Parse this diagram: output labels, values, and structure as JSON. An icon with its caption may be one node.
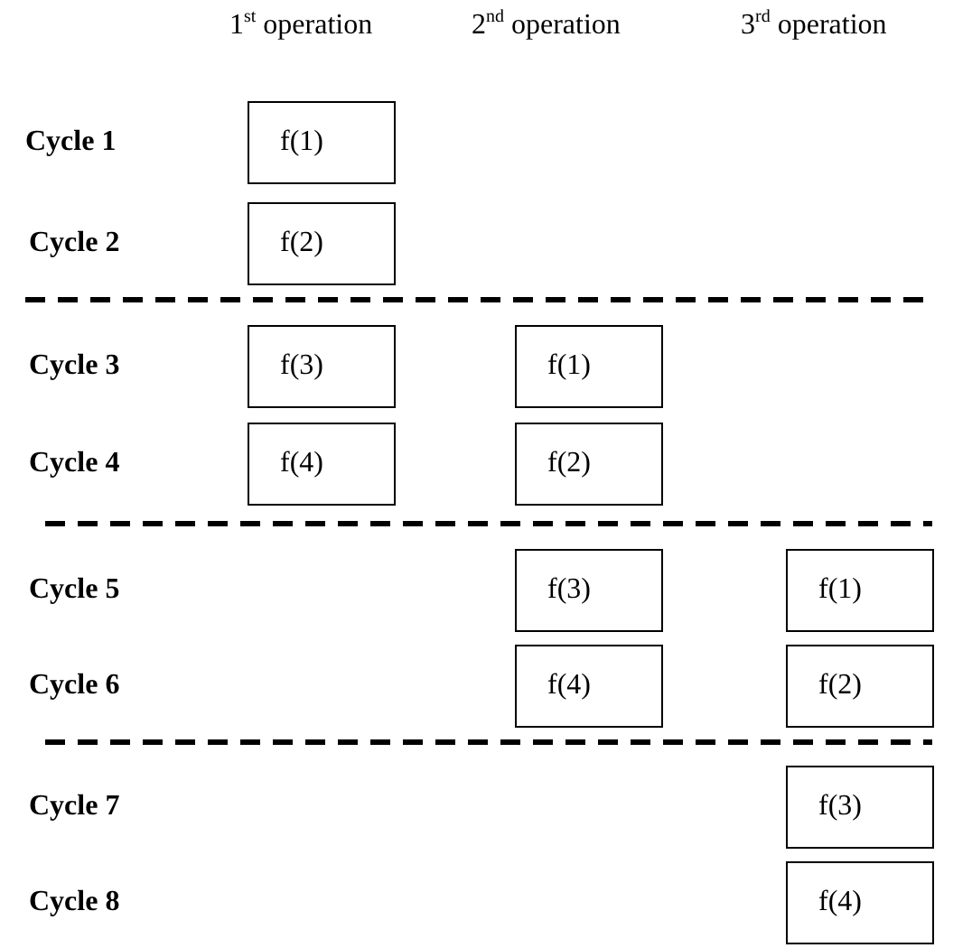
{
  "diagram": {
    "nodes": [
      {
        "text": [
          "f(1)"
        ]
      },
      {
        "text": [
          "f(2)"
        ]
      },
      {
        "text": [
          "f(3)"
        ]
      },
      {
        "text": [
          "f(1)"
        ]
      },
      {
        "text": [
          "f(4)"
        ]
      },
      {
        "text": [
          "f(2)"
        ]
      },
      {
        "text": [
          "f(3)"
        ]
      },
      {
        "text": [
          "f(1)"
        ]
      },
      {
        "text": [
          "f(4)"
        ]
      },
      {
        "text": [
          "f(2)"
        ]
      },
      {
        "text": [
          "f(3)"
        ]
      },
      {
        "text": [
          "f(4)"
        ]
      }
    ],
    "labels": [
      "1$^{st}$ operation",
      "2$^{nd}$ operation",
      "3$^{rd}$ operation",
      "Cycle 1",
      "Cycle 2",
      "Cycle 3",
      "Cycle 4",
      "Cycle 5",
      "Cycle 6",
      "Cycle 7",
      "Cycle 8"
    ]
  }
}
